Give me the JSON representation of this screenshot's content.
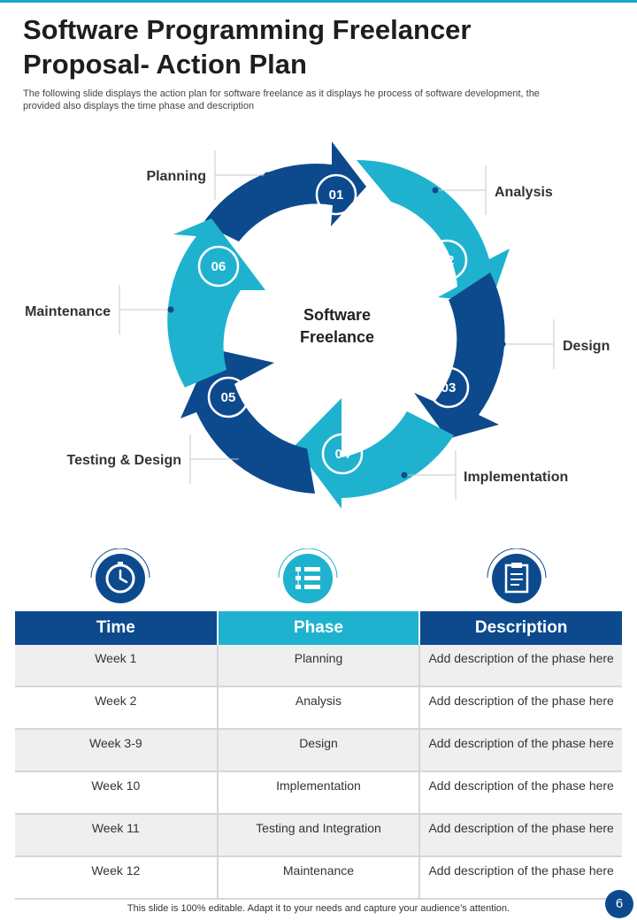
{
  "header": {
    "title_line1": "Software Programming Freelancer",
    "title_line2": "Proposal- Action Plan",
    "subtitle_line1": "The following slide displays the action plan for software freelance  as it displays he process of software development, the",
    "subtitle_line2": "provided also displays the time phase and description"
  },
  "cycle": {
    "center_line1": "Software",
    "center_line2": "Freelance",
    "steps": [
      {
        "number": "01",
        "label": "Planning"
      },
      {
        "number": "02",
        "label": "Analysis"
      },
      {
        "number": "03",
        "label": "Design"
      },
      {
        "number": "04",
        "label": "Implementation"
      },
      {
        "number": "05",
        "label": "Testing & Design"
      },
      {
        "number": "06",
        "label": "Maintenance"
      }
    ]
  },
  "icons": [
    "clock-icon",
    "process-list-icon",
    "clipboard-icon"
  ],
  "table": {
    "headers": [
      "Time",
      "Phase",
      "Description"
    ],
    "rows": [
      [
        "Week 1",
        "Planning",
        "Add description of the phase here"
      ],
      [
        "Week 2",
        "Analysis",
        "Add description of the phase here"
      ],
      [
        "Week 3-9",
        "Design",
        "Add description of the phase here"
      ],
      [
        "Week 10",
        "Implementation",
        "Add description of the phase here"
      ],
      [
        "Week 11",
        "Testing and Integration",
        "Add description of the phase here"
      ],
      [
        "Week 12",
        "Maintenance",
        "Add description of the phase here"
      ]
    ]
  },
  "colors": {
    "dark_blue": "#0d4a8d",
    "cyan": "#1fb2cf",
    "row_gray": "#efefef"
  },
  "footer": {
    "note": "This slide is 100% editable. Adapt it to your needs and capture your audience’s attention.",
    "page_number": "6"
  }
}
